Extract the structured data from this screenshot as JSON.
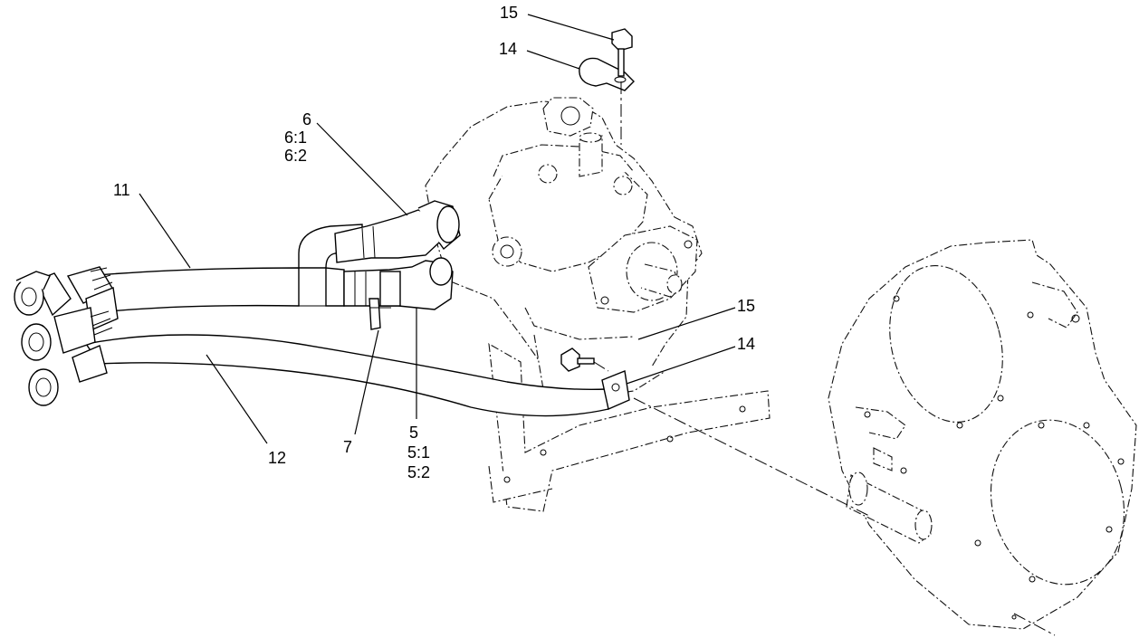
{
  "callouts": {
    "c15_top": "15",
    "c14_top": "14",
    "c6": "6",
    "c6_1": "6:1",
    "c6_2": "6:2",
    "c11": "11",
    "c15_right": "15",
    "c14_right": "14",
    "c5": "5",
    "c5_1": "5:1",
    "c5_2": "5:2",
    "c7": "7",
    "c12": "12"
  }
}
